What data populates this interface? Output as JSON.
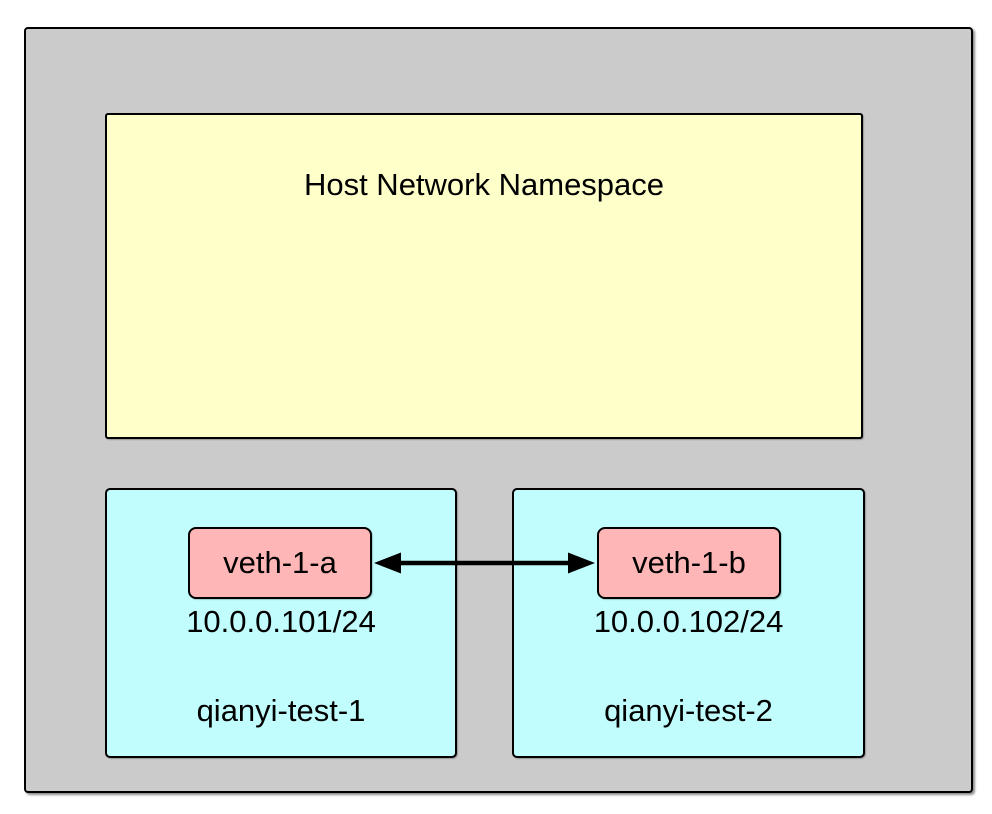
{
  "diagram": {
    "host_namespace_label": "Host Network Namespace",
    "namespaces": [
      {
        "name": "qianyi-test-1",
        "interface": "veth-1-a",
        "ip": "10.0.0.101/24"
      },
      {
        "name": "qianyi-test-2",
        "interface": "veth-1-b",
        "ip": "10.0.0.102/24"
      }
    ],
    "connection": {
      "type": "veth-pair",
      "style": "double-headed-arrow",
      "endpoints": [
        "veth-1-a",
        "veth-1-b"
      ]
    },
    "colors": {
      "page_background": "#ffffff",
      "outer_background": "#cbcbcb",
      "host_namespace_fill": "#ffffc9",
      "namespace_fill": "#c2fdfd",
      "interface_fill": "#ffb6b6",
      "border": "#000000",
      "arrow": "#000000"
    }
  }
}
